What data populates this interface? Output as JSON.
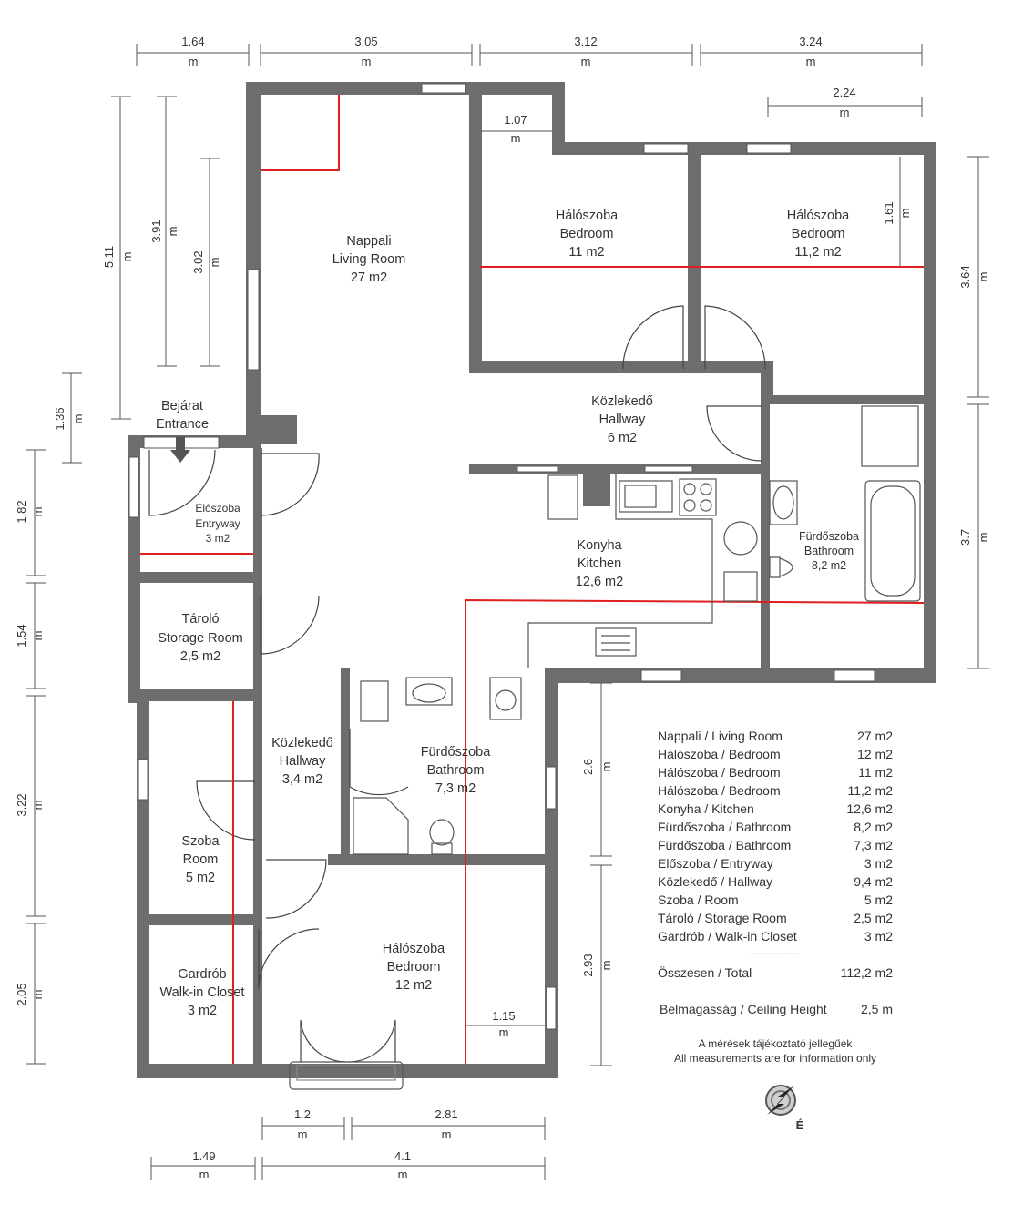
{
  "rooms": {
    "living": {
      "hu": "Nappali",
      "en": "Living Room",
      "area": "27 m2"
    },
    "bed1": {
      "hu": "Hálószoba",
      "en": "Bedroom",
      "area": "11 m2"
    },
    "bed2": {
      "hu": "Hálószoba",
      "en": "Bedroom",
      "area": "11,2 m2"
    },
    "hall_top": {
      "hu": "Közlekedő",
      "en": "Hallway",
      "area": "6 m2"
    },
    "entrance": {
      "hu": "Bejárat",
      "en": "Entrance"
    },
    "entryway": {
      "hu": "Előszoba",
      "en": "Entryway",
      "area": "3 m2"
    },
    "storage": {
      "hu": "Tároló",
      "en": "Storage Room",
      "area": "2,5 m2"
    },
    "kitchen": {
      "hu": "Konyha",
      "en": "Kitchen",
      "area": "12,6 m2"
    },
    "bath_right": {
      "hu": "Fürdőszoba",
      "en": "Bathroom",
      "area": "8,2 m2"
    },
    "hall_mid": {
      "hu": "Közlekedő",
      "en": "Hallway",
      "area": "3,4 m2"
    },
    "bath_mid": {
      "hu": "Fürdőszoba",
      "en": "Bathroom",
      "area": "7,3 m2"
    },
    "room": {
      "hu": "Szoba",
      "en": "Room",
      "area": "5 m2"
    },
    "closet": {
      "hu": "Gardrób",
      "en": "Walk-in Closet",
      "area": "3 m2"
    },
    "bed3": {
      "hu": "Hálószoba",
      "en": "Bedroom",
      "area": "12 m2"
    }
  },
  "unit": "m",
  "dimensions": {
    "top_1": "1.64",
    "top_2": "3.05",
    "top_3": "3.12",
    "top_4": "3.24",
    "top_5": "2.24",
    "top_6": "1.07",
    "left_1": "5.11",
    "left_2": "3.91",
    "left_3": "3.02",
    "left_4": "1.36",
    "left_5": "1.82",
    "left_6": "1.54",
    "left_7": "3.22",
    "left_8": "2.05",
    "right_1": "3.64",
    "right_2": "3.7",
    "right_3": "1.61",
    "mid_1": "2.6",
    "mid_2": "2.93",
    "mid_3": "1.15",
    "bottom_1": "1.2",
    "bottom_2": "2.81",
    "bottom_3": "1.49",
    "bottom_4": "4.1"
  },
  "legend": {
    "rows": [
      {
        "name": "Nappali / Living Room",
        "area": "27 m2"
      },
      {
        "name": "Hálószoba / Bedroom",
        "area": "12 m2"
      },
      {
        "name": "Hálószoba / Bedroom",
        "area": "11 m2"
      },
      {
        "name": "Hálószoba / Bedroom",
        "area": "11,2 m2"
      },
      {
        "name": "Konyha / Kitchen",
        "area": "12,6 m2"
      },
      {
        "name": "Fürdőszoba / Bathroom",
        "area": "8,2 m2"
      },
      {
        "name": "Fürdőszoba / Bathroom",
        "area": "7,3 m2"
      },
      {
        "name": "Előszoba / Entryway",
        "area": "3 m2"
      },
      {
        "name": "Közlekedő / Hallway",
        "area": "9,4 m2"
      },
      {
        "name": "Szoba / Room",
        "area": "5 m2"
      },
      {
        "name": "Tároló / Storage Room",
        "area": "2,5 m2"
      },
      {
        "name": "Gardrób / Walk-in Closet",
        "area": "3 m2"
      }
    ],
    "separator": "------------",
    "total_label": "Összesen / Total",
    "total_value": "112,2 m2",
    "height_label": "Belmagasság / Ceiling Height",
    "height_value": "2,5 m",
    "note_hu": "A mérések tájékoztató jellegűek",
    "note_en": "All measurements are for information only"
  },
  "compass_label": "É",
  "colors": {
    "wall": "#6d6d6d",
    "red_line": "#e02020",
    "text": "#333333",
    "fixture": "#555555"
  }
}
